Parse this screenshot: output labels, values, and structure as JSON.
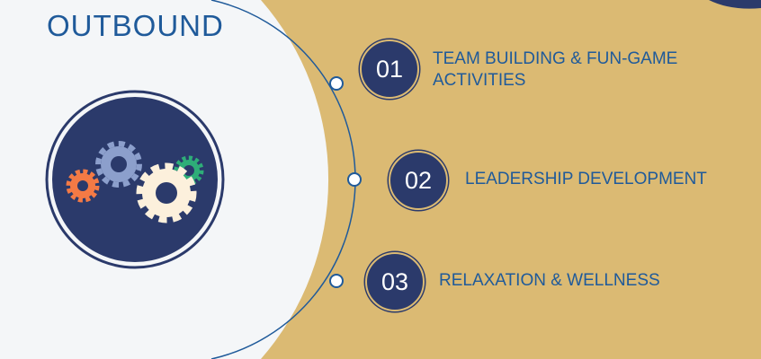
{
  "title": "OUTBOUND",
  "items": [
    {
      "number": "01",
      "label_line1": "TEAM BUILDING & FUN-GAME",
      "label_line2": "ACTIVITIES"
    },
    {
      "number": "02",
      "label_line1": "LEADERSHIP DEVELOPMENT"
    },
    {
      "number": "03",
      "label_line1": "RELAXATION & WELLNESS"
    }
  ],
  "colors": {
    "gold": "#dbba73",
    "navy": "#2b3a6b",
    "blue": "#1f5a9a",
    "light": "#f4f6f8"
  }
}
